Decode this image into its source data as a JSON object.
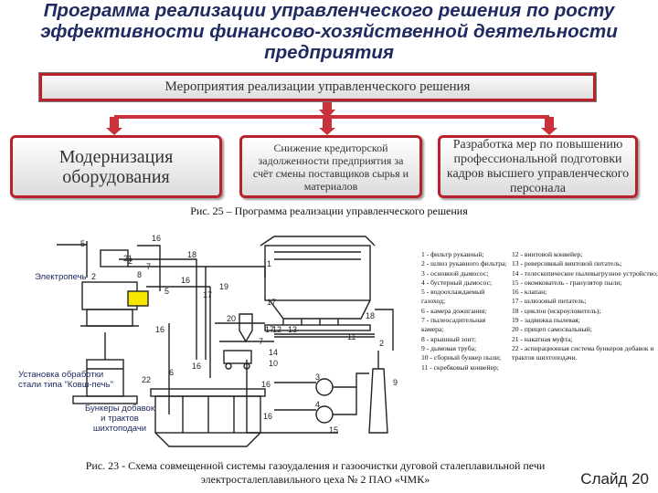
{
  "title": "Программа реализации управленческого решения по росту эффективности финансово-хозяйственной деятельности предприятия",
  "org_chart": {
    "top": "Мероприятия реализации управленческого решения",
    "children": [
      "Модернизация оборудования",
      "Снижение кредиторской задолженности предприятия за счёт смены поставщиков сырья и материалов",
      "Разработка мер по повышению профессиональной подготовки кадров высшего управленческого персонала"
    ]
  },
  "caption_fig25": "Рис. 25 – Программа реализации управленческого решения",
  "schema": {
    "labels": {
      "electropech": "Электропечь",
      "ustanovka": "Установка обработки стали типа \"Ковш-печь\"",
      "bunkery": "Бункеры добавок и трактов шихтоподачи"
    },
    "numbers": [
      "1",
      "2",
      "3",
      "4",
      "5",
      "6",
      "7",
      "8",
      "9",
      "10",
      "11",
      "12",
      "13",
      "14",
      "15",
      "16",
      "17",
      "18",
      "19",
      "20",
      "21",
      "22"
    ]
  },
  "legend_left": [
    "1 - фильтр рукавный;",
    "2 - шлюз рукавного фильтра;",
    "3 - основной дымосос;",
    "4 - бустерный дымосос;",
    "5 - водоохлаждаемый газоход;",
    "6 - камера дожигания;",
    "7 - пылеосадительная камера;",
    "8 - крышный зонт;",
    "9 - дымовая труба;",
    "10 - сборный бункер пыли;",
    "11 - скребковый конвейер;"
  ],
  "legend_right": [
    "12 - винтовой конвейер;",
    "13 - реверсивный винтовой питатель;",
    "14 - телескопическое пылевыгрузное устройство;",
    "15 - окомкователь - гранулятор пыли;",
    "16 - клапан;",
    "17 - шлюзовый питатель;",
    "18 - циклон (искроуловитель);",
    "19 - задвижка пылевая;",
    "20 - прицеп самосвальный;",
    "21 - накатная муфта;",
    "22 - аспирационная система бункеров добавок и трактов шихтоподачи."
  ],
  "caption_fig23": "Рис. 23 - Схема совмещенной системы газоудаления и газоочистки дуговой сталеплавильной печи электросталеплавильного цеха № 2 ПАО «ЧМК»",
  "slide": "Слайд 20",
  "colors": {
    "accent": "#b8232b",
    "title": "#1f2a60",
    "highlight": "#f6e600"
  }
}
